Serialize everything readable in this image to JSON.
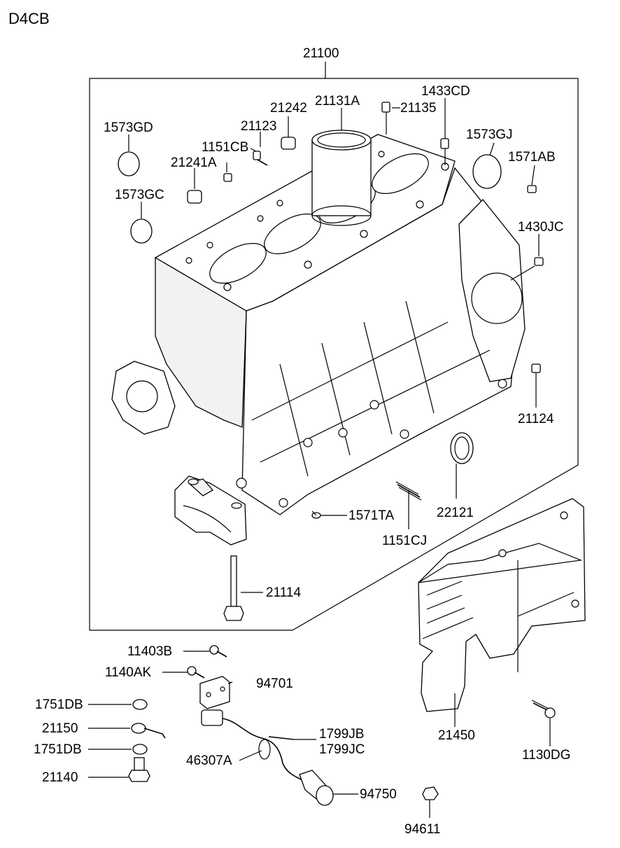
{
  "engine_code": "D4CB",
  "assembly_label": "21100",
  "labels": {
    "p1573GD": "1573GD",
    "p1573GC": "1573GC",
    "p21241A": "21241A",
    "p1151CB": "1151CB",
    "p21123": "21123",
    "p21242": "21242",
    "p21131A": "21131A",
    "p21135": "21135",
    "p1433CD": "1433CD",
    "p1573GJ": "1573GJ",
    "p1571AB": "1571AB",
    "p1430JC": "1430JC",
    "p21124": "21124",
    "p22121": "22121",
    "p1571TA": "1571TA",
    "p1151CJ": "1151CJ",
    "p21114": "21114",
    "p11403B": "11403B",
    "p1140AK": "1140AK",
    "p94701": "94701",
    "p1751DB_top": "1751DB",
    "p21150": "21150",
    "p1751DB_bottom": "1751DB",
    "p21140": "21140",
    "p46307A": "46307A",
    "p1799JB": "1799JB",
    "p1799JC": "1799JC",
    "p94750": "94750",
    "p94611": "94611",
    "p21450": "21450",
    "p1130DG": "1130DG"
  }
}
